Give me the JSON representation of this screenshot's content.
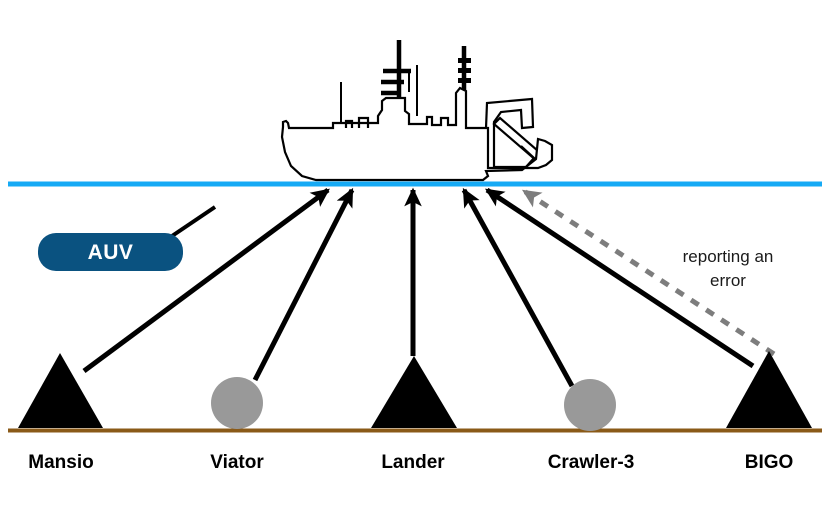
{
  "diagram": {
    "title": "Underwater observatory network communicating with research vessel",
    "colors": {
      "waterline": "#16aaf5",
      "seafloor": "#8a5a18",
      "node_dark": "#000000",
      "node_gray": "#999999",
      "auv_badge": "#0a5280",
      "error_arrow": "#7d7d7d",
      "ship_outline": "#000000",
      "background": "#ffffff"
    }
  },
  "auv_badge": {
    "label": "AUV"
  },
  "annotation": {
    "line1": "reporting an",
    "line2": "error"
  },
  "nodes": [
    {
      "id": "mansio",
      "label": "Mansio",
      "shape": "triangle",
      "color": "#000000"
    },
    {
      "id": "viator",
      "label": "Viator",
      "shape": "circle",
      "color": "#999999"
    },
    {
      "id": "lander",
      "label": "Lander",
      "shape": "triangle",
      "color": "#000000"
    },
    {
      "id": "crawler-3",
      "label": "Crawler-3",
      "shape": "circle",
      "color": "#999999"
    },
    {
      "id": "bigo",
      "label": "BIGO",
      "shape": "triangle",
      "color": "#000000"
    }
  ],
  "vessel": {
    "name": "research-vessel"
  }
}
